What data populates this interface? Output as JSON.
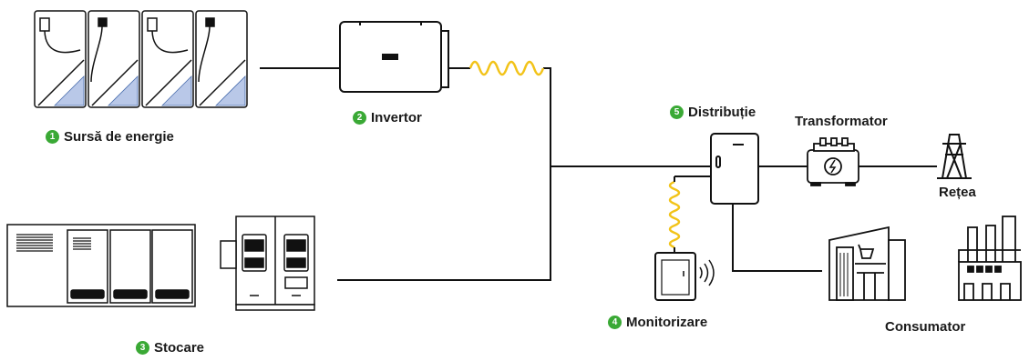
{
  "accent_color": "#3aa935",
  "coil_color": "#f2c318",
  "line_color": "#111111",
  "nodes": {
    "source": {
      "number": "1",
      "label": "Sursă de energie",
      "icon": "solar-panels-icon"
    },
    "inverter": {
      "number": "2",
      "label": "Invertor",
      "icon": "inverter-icon"
    },
    "storage": {
      "number": "3",
      "label": "Stocare",
      "icon": "battery-storage-icon"
    },
    "monitoring": {
      "number": "4",
      "label": "Monitorizare",
      "icon": "monitoring-device-icon"
    },
    "distribution": {
      "number": "5",
      "label": "Distribuție",
      "icon": "distribution-cabinet-icon"
    },
    "transformer": {
      "label": "Transformator",
      "icon": "transformer-icon"
    },
    "grid": {
      "label": "Rețea",
      "icon": "power-tower-icon"
    },
    "consumer": {
      "label": "Consumator",
      "icon": "factory-icon"
    }
  }
}
